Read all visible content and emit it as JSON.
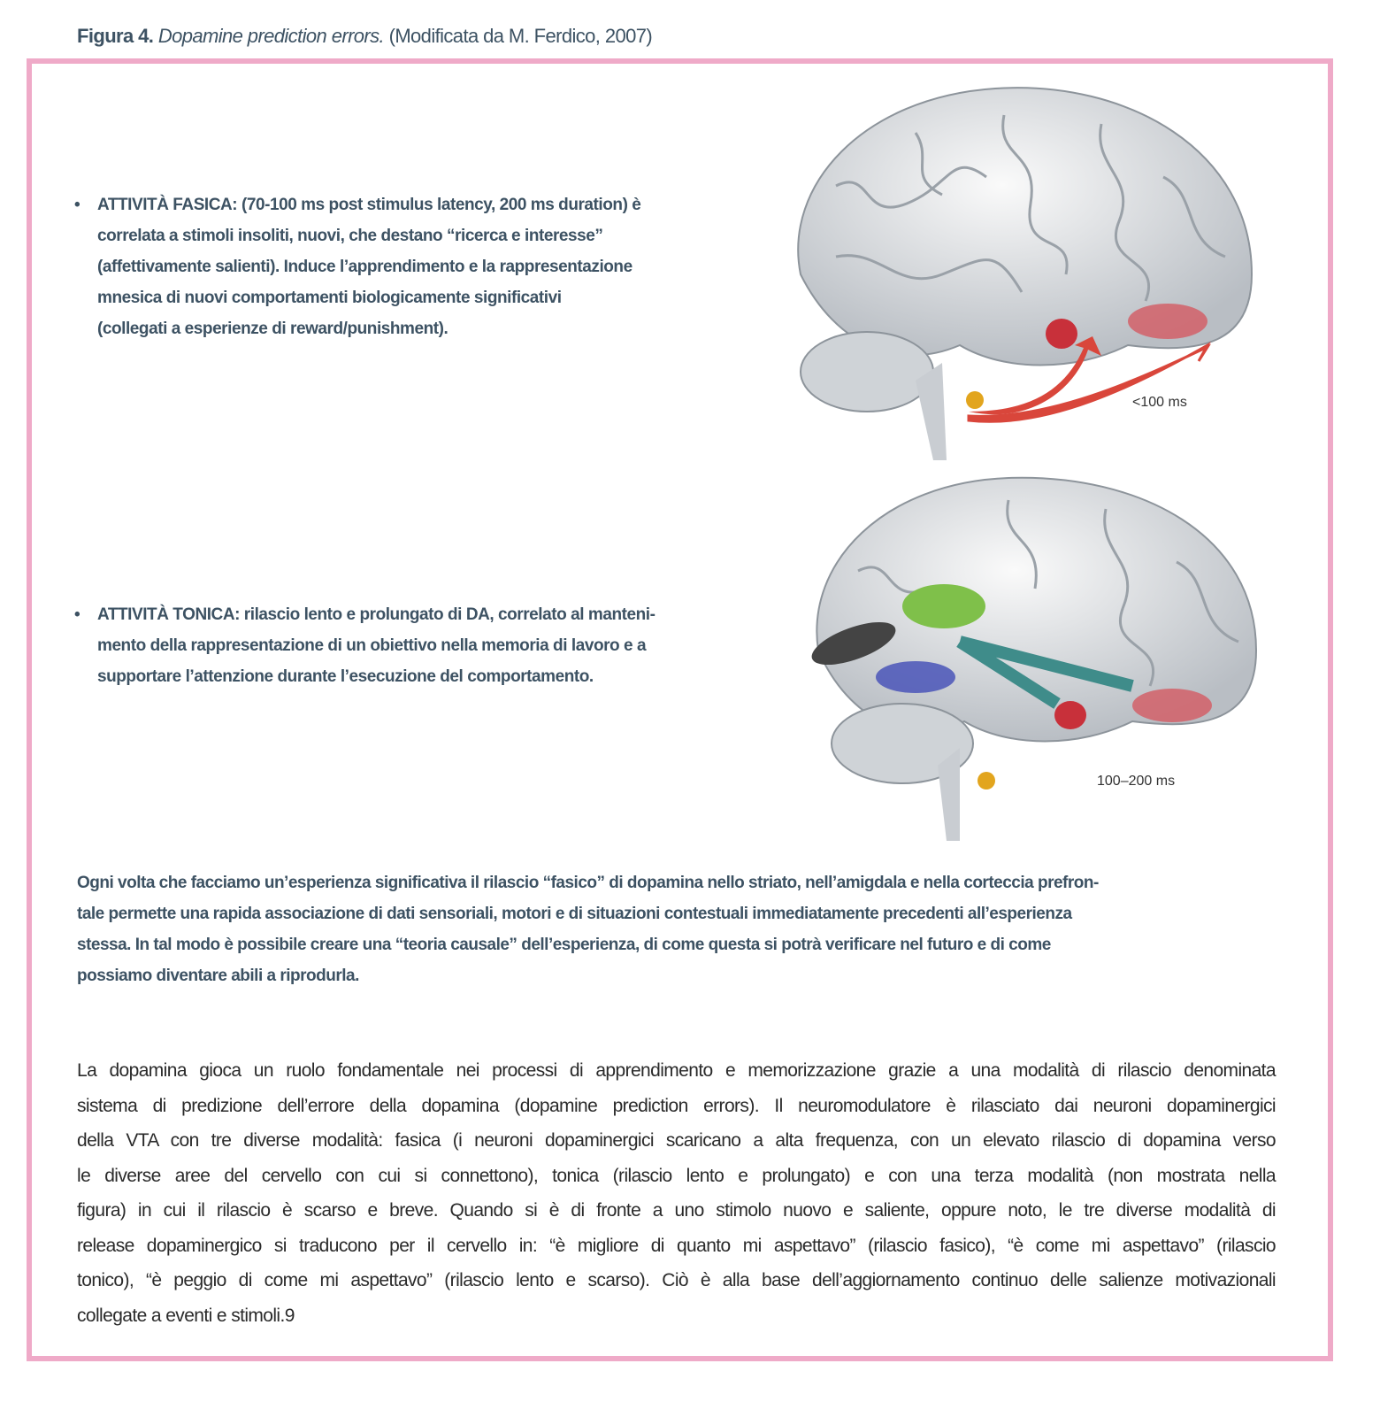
{
  "caption": {
    "label": "Figura 4.",
    "title": "Dopamine prediction errors.",
    "source": "(Modificata da M. Ferdico, 2007)"
  },
  "bullets": [
    {
      "lines": [
        "ATTIVITÀ FASICA: (70-100 ms post stimulus latency, 200 ms duration) è",
        "correlata a stimoli insoliti, nuovi, che destano “ricerca e interesse”",
        "(affettivamente salienti). Induce l’apprendimento e la rappresentazione",
        "mnesica di nuovi comportamenti biologicamente significativi",
        "(collegati a esperienze di reward/punishment)."
      ]
    },
    {
      "lines": [
        "ATTIVITÀ TONICA: rilascio lento e prolungato di DA, correlato al manteni-",
        "mento della rappresentazione di un obiettivo nella memoria di lavoro e a",
        "supportare l’attenzione durante l’esecuzione del comportamento."
      ]
    }
  ],
  "figures": {
    "top_label": "<100 ms",
    "bottom_label": "100–200 ms"
  },
  "summary": [
    "Ogni volta che facciamo un’esperienza significativa il rilascio “fasico” di dopamina nello striato, nell’amigdala e nella corteccia prefron-",
    "tale permette una rapida associazione di dati sensoriali, motori e di situazioni contestuali immediatamente precedenti all’esperienza",
    "stessa. In tal modo è possibile creare una “teoria causale” dell’esperienza, di come questa si potrà verificare nel futuro e di come",
    "possiamo diventare abili a riprodurla."
  ],
  "body": [
    "La dopamina gioca un ruolo fondamentale nei processi di apprendimento e memorizzazione grazie a una modalità di rilascio denominata",
    "sistema di predizione dell’errore della dopamina (dopamine prediction errors). Il neuromodulatore è rilasciato dai neuroni dopaminergici",
    "della VTA con tre diverse modalità: fasica (i neuroni dopaminergici scaricano a alta frequenza, con un elevato rilascio di dopamina verso",
    "le diverse aree del cervello con cui si connettono), tonica (rilascio lento e prolungato) e con una terza modalità (non mostrata nella",
    "figura) in cui il rilascio è scarso e breve. Quando si è di fronte a uno stimolo nuovo e saliente, oppure noto, le tre diverse modalità di",
    "release dopaminergico si traducono per il cervello in: “è migliore di quanto mi aspettavo” (rilascio fasico), “è come mi aspettavo” (rilascio",
    "tonico), “è peggio di come mi aspettavo” (rilascio lento e scarso). Ciò è alla base dell’aggiornamento continuo delle salienze motivazionali",
    "collegate a eventi e stimoli.9"
  ],
  "colors": {
    "text": "#3d5263",
    "frame": "#efaac8"
  }
}
